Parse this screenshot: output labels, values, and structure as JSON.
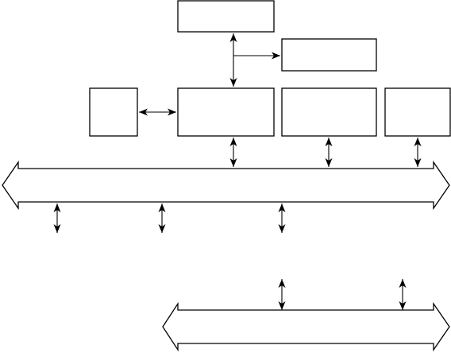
{
  "diagram": {
    "kind": "block-diagram",
    "labels_visible": false,
    "colors": {
      "stroke": "#000000",
      "fill": "#ffffff",
      "background": "#ffffff"
    },
    "blocks": [
      {
        "id": "block-top",
        "label": ""
      },
      {
        "id": "block-right-upper",
        "label": ""
      },
      {
        "id": "block-left-small",
        "label": ""
      },
      {
        "id": "block-center",
        "label": ""
      },
      {
        "id": "block-right",
        "label": ""
      },
      {
        "id": "block-far-right",
        "label": ""
      }
    ],
    "buses": [
      {
        "id": "bus-upper",
        "label": ""
      },
      {
        "id": "bus-lower",
        "label": ""
      }
    ],
    "connections": [
      {
        "from": "block-top",
        "to": "block-center",
        "style": "bidirectional"
      },
      {
        "from": "block-top",
        "to": "block-right-upper",
        "style": "directed"
      },
      {
        "from": "block-left-small",
        "to": "block-center",
        "style": "bidirectional"
      },
      {
        "from": "block-center",
        "to": "bus-upper",
        "style": "bidirectional"
      },
      {
        "from": "block-right",
        "to": "bus-upper",
        "style": "bidirectional"
      },
      {
        "from": "block-far-right",
        "to": "bus-upper",
        "style": "bidirectional"
      },
      {
        "from": "bus-upper",
        "to": "bus-lower",
        "style": "bidirectional-gap"
      },
      {
        "from": "bus-lower",
        "to": "bus-upper",
        "style": "bidirectional-gap"
      },
      {
        "from": "bus-upper",
        "to": "offpage-1",
        "style": "bidirectional-stub"
      },
      {
        "from": "bus-upper",
        "to": "offpage-2",
        "style": "bidirectional-stub"
      }
    ]
  }
}
